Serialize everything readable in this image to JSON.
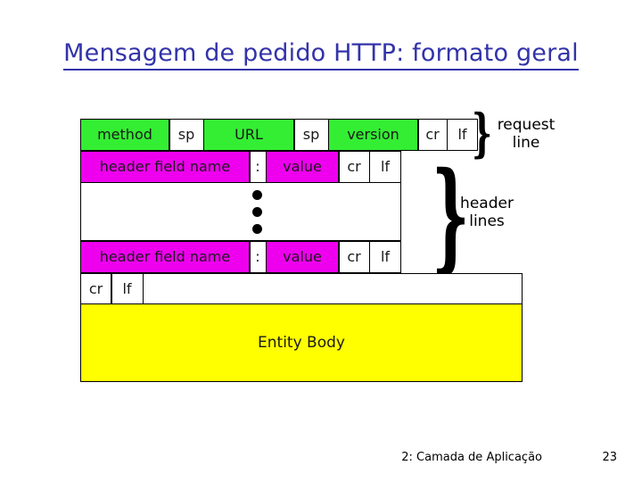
{
  "slide": {
    "title": "Mensagem de pedido HTTP: formato geral",
    "title_color": "#3333AA"
  },
  "colors": {
    "green": "#33EE33",
    "magenta": "#EE00EE",
    "yellow": "#FFFF00",
    "white": "#FFFFFF",
    "border": "#000000",
    "title": "#3333AA"
  },
  "diagram": {
    "request_line": {
      "label": "request\nline",
      "label_line1": "request",
      "label_line2": "line",
      "cells": [
        {
          "text": "method",
          "fill": "green"
        },
        {
          "text": "sp",
          "fill": "white"
        },
        {
          "text": "URL",
          "fill": "green"
        },
        {
          "text": "sp",
          "fill": "white"
        },
        {
          "text": "version",
          "fill": "green"
        },
        {
          "text": "cr",
          "fill": "white"
        },
        {
          "text": "lf",
          "fill": "white"
        }
      ]
    },
    "header_lines": {
      "label_line1": "header",
      "label_line2": "lines",
      "first_row": [
        {
          "text": "header field name",
          "fill": "magenta"
        },
        {
          "text": ":",
          "fill": "white"
        },
        {
          "text": "value",
          "fill": "magenta"
        },
        {
          "text": "cr",
          "fill": "white"
        },
        {
          "text": "lf",
          "fill": "white"
        }
      ],
      "ellipsis_row": {
        "text": "",
        "fill": "white",
        "dots": 3
      },
      "last_row": [
        {
          "text": "header field name",
          "fill": "magenta"
        },
        {
          "text": ":",
          "fill": "white"
        },
        {
          "text": "value",
          "fill": "magenta"
        },
        {
          "text": "cr",
          "fill": "white"
        },
        {
          "text": "lf",
          "fill": "white"
        }
      ]
    },
    "blank_line": [
      {
        "text": "cr",
        "fill": "white"
      },
      {
        "text": "lf",
        "fill": "white"
      },
      {
        "text": "",
        "fill": "white"
      }
    ],
    "entity_body": {
      "text": "Entity Body",
      "fill": "yellow"
    }
  },
  "footer": {
    "text": "2: Camada de Aplicação",
    "page": "23"
  }
}
